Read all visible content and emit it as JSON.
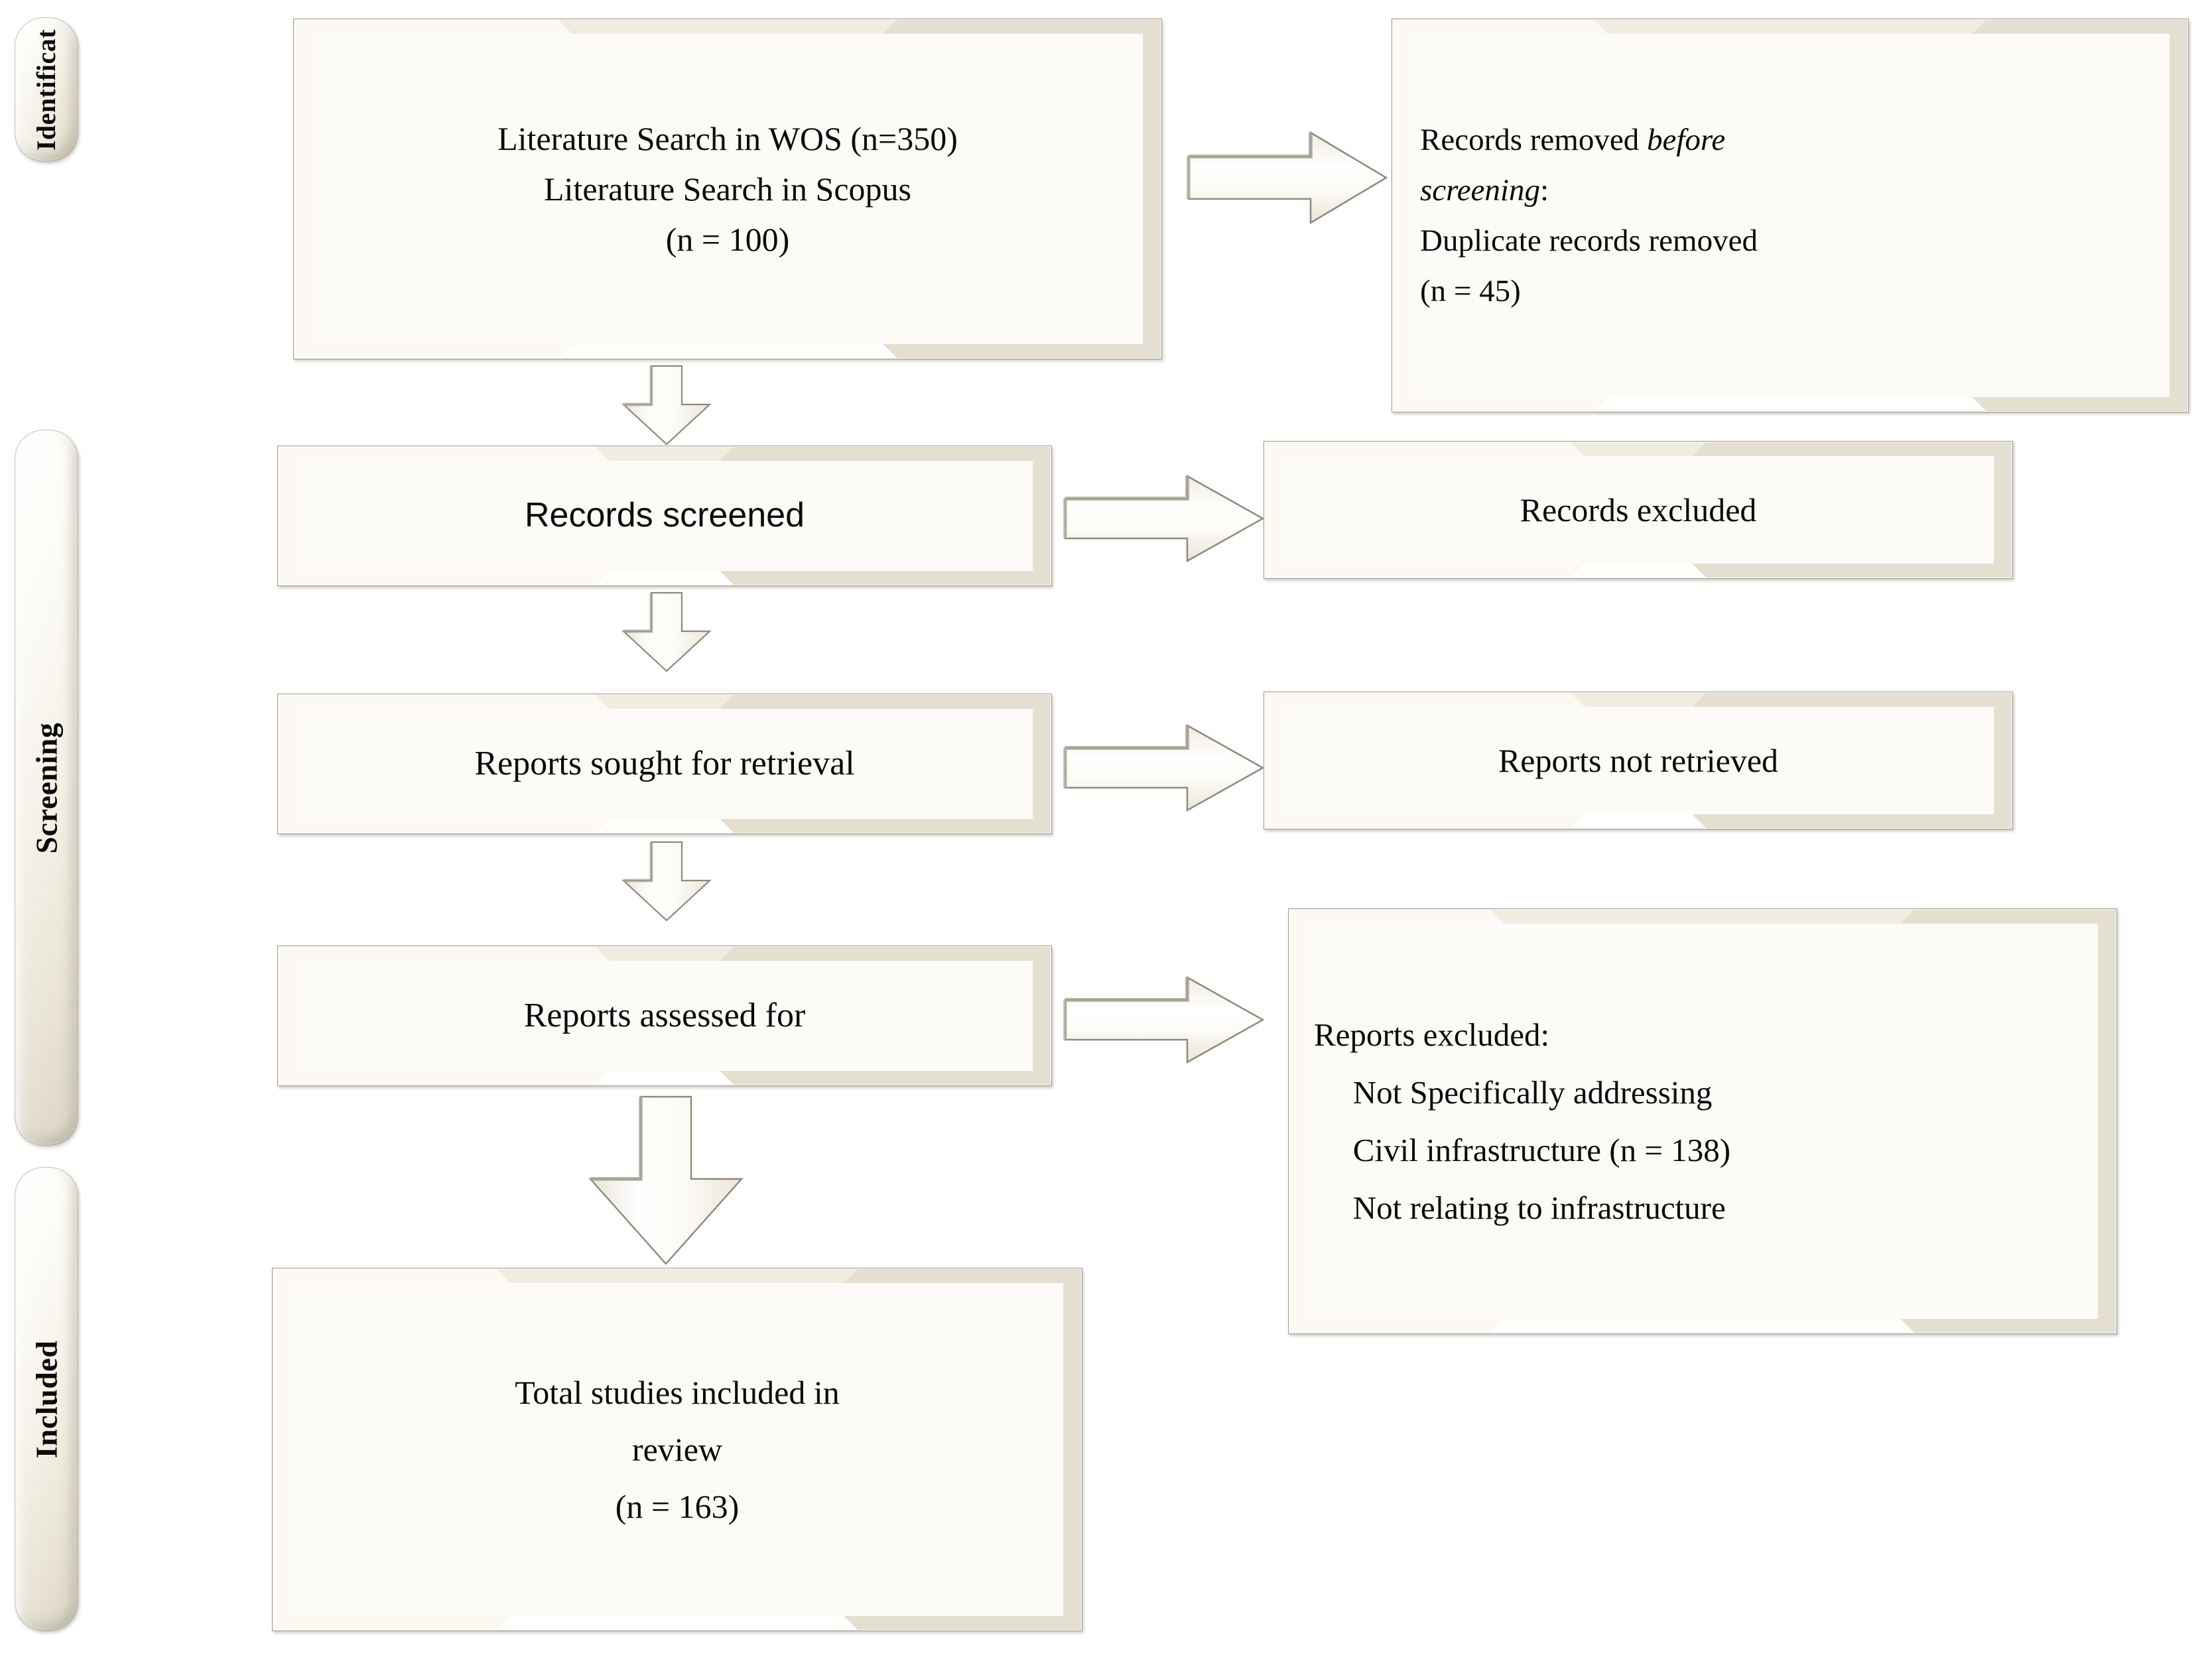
{
  "diagram": {
    "title": "PRISMA flow diagram",
    "type": "prisma-flow-chart"
  },
  "phases": [
    {
      "id": "identification",
      "label": "Identificat"
    },
    {
      "id": "screening",
      "label": "Screening"
    },
    {
      "id": "included",
      "label": "Included"
    }
  ],
  "boxes": {
    "identification_sources": {
      "line1": "Literature Search in WOS (n=350)",
      "line2": "Literature Search in Scopus",
      "line3": "(n = 100)"
    },
    "records_removed": {
      "line1_a": "Records",
      "line1_b": "removed",
      "line1_c": "before",
      "line2": "screening",
      "line2_colon": ":",
      "line3": "Duplicate records removed",
      "line4": "(n = 45)"
    },
    "records_screened": {
      "label": "Records screened"
    },
    "records_excluded": {
      "label": "Records excluded"
    },
    "reports_sought": {
      "label": "Reports sought for retrieval"
    },
    "reports_not_retrieved": {
      "label": "Reports not retrieved"
    },
    "reports_assessed": {
      "label": "Reports assessed for"
    },
    "reports_excluded": {
      "heading": "Reports excluded:",
      "reason1": "Not Specifically addressing",
      "reason2": "Civil infrastructure  (n = 138)",
      "reason3": "Not relating to infrastructure"
    },
    "total_included": {
      "line1": "Total studies included in",
      "line2": "review",
      "line3": "(n = 163)"
    }
  },
  "arrows": {
    "right_identification": "arrow-right-icon",
    "right_screened": "arrow-right-icon",
    "right_sought": "arrow-right-icon",
    "right_assessed": "arrow-right-icon",
    "down_1": "arrow-down-icon",
    "down_2": "arrow-down-icon",
    "down_3": "arrow-down-icon",
    "down_4": "arrow-down-icon"
  },
  "colors": {
    "background": "#ffffff",
    "box_fill": "#fbfaf6",
    "box_border": "#9b9786",
    "bevel_light": "#ffffff",
    "bevel_dark": "#d9d4c4",
    "text": "#0a0a0a"
  }
}
